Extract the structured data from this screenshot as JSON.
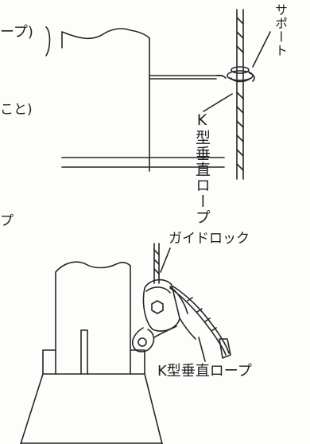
{
  "labels": {
    "fragment_top": "ープ)",
    "fragment_mid": "こと)",
    "fragment_low": "プ",
    "support": "サポート",
    "k_rope_vertical": "K型垂直ロープ",
    "guide_lock": "ガイドロック",
    "k_rope_horizontal": "K型垂直ロープ"
  },
  "colors": {
    "ink": "#1f1f1f",
    "paper": "#fdfdfb"
  }
}
